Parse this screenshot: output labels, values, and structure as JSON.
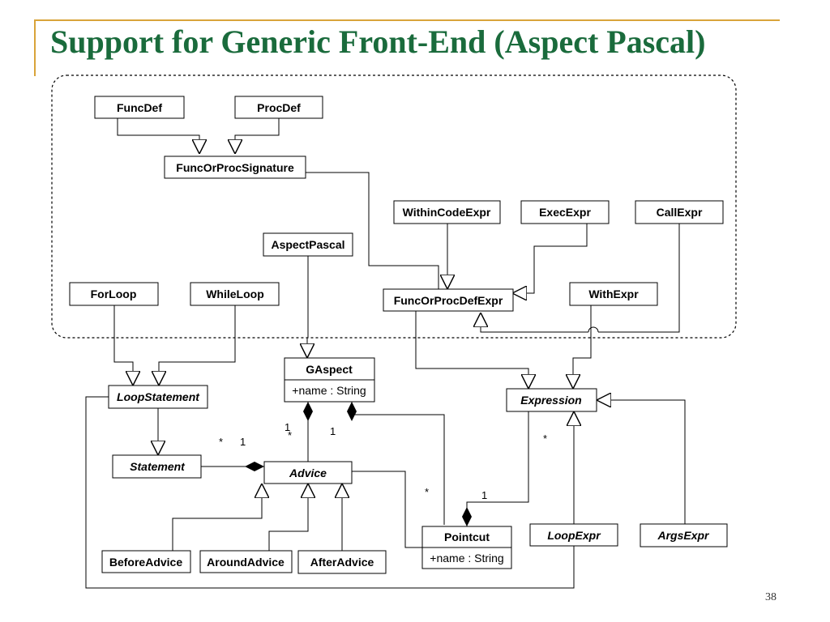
{
  "title": "Support for Generic Front-End (Aspect Pascal)",
  "slide_number": "38",
  "classes": {
    "funcdef": "FuncDef",
    "procdef": "ProcDef",
    "funcorprocsignature": "FuncOrProcSignature",
    "withincodeexpr": "WithinCodeExpr",
    "execexpr": "ExecExpr",
    "callexpr": "CallExpr",
    "aspectpascal": "AspectPascal",
    "forloop": "ForLoop",
    "whileloop": "WhileLoop",
    "funcorprocdefexpr": "FuncOrProcDefExpr",
    "withexpr": "WithExpr",
    "gaspect": "GAspect",
    "gaspect_attr": "+name : String",
    "loopstatement": "LoopStatement",
    "expression": "Expression",
    "statement": "Statement",
    "advice": "Advice",
    "pointcut": "Pointcut",
    "pointcut_attr": "+name : String",
    "loopexpr": "LoopExpr",
    "argsexpr": "ArgsExpr",
    "beforeadvice": "BeforeAdvice",
    "aroundadvice": "AroundAdvice",
    "afteradvice": "AfterAdvice"
  },
  "multiplicities": {
    "statement_star": "*",
    "statement_one": "1",
    "gaspect_one_a": "1",
    "advice_star": "*",
    "gaspect_one_b": "1",
    "expression_star": "*",
    "pointcut_star": "*",
    "pointcut_one": "1"
  }
}
